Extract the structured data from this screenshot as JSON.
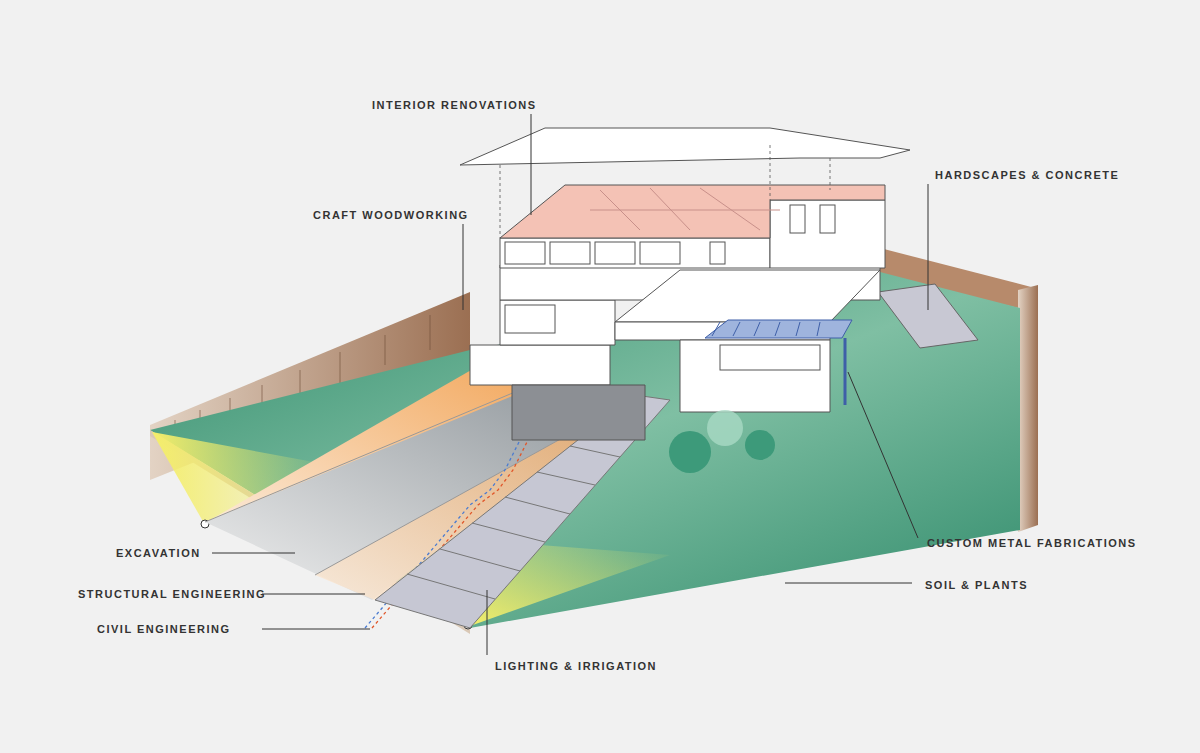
{
  "diagram": {
    "labels": [
      "INTERIOR RENOVATIONS",
      "CRAFT WOODWORKING",
      "HARDSCAPES & CONCRETE",
      "EXCAVATION",
      "STRUCTURAL ENGINEERING",
      "CIVIL ENGINEERING",
      "CUSTOM METAL FABRICATIONS",
      "SOIL & PLANTS",
      "LIGHTING & IRRIGATION"
    ]
  }
}
